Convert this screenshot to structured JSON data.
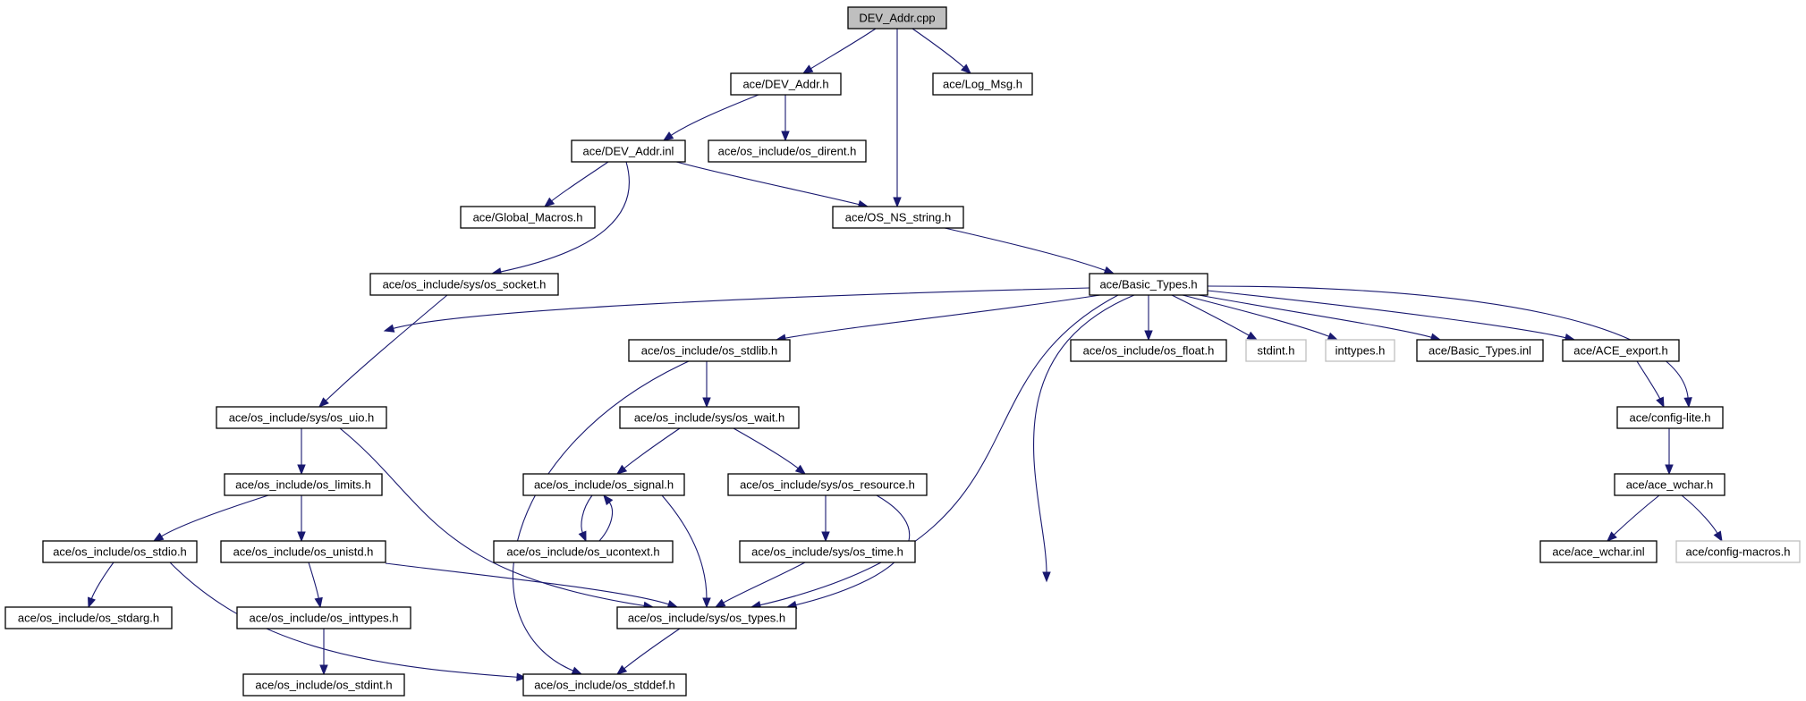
{
  "diagram": {
    "nodes": [
      {
        "id": "dev_addr_cpp",
        "label": "DEV_Addr.cpp",
        "kind": "root"
      },
      {
        "id": "dev_addr_h",
        "label": "ace/DEV_Addr.h",
        "kind": "normal"
      },
      {
        "id": "log_msg_h",
        "label": "ace/Log_Msg.h",
        "kind": "normal"
      },
      {
        "id": "dev_addr_inl",
        "label": "ace/DEV_Addr.inl",
        "kind": "normal"
      },
      {
        "id": "os_dirent_h",
        "label": "ace/os_include/os_dirent.h",
        "kind": "normal"
      },
      {
        "id": "global_macros_h",
        "label": "ace/Global_Macros.h",
        "kind": "normal"
      },
      {
        "id": "os_ns_string_h",
        "label": "ace/OS_NS_string.h",
        "kind": "normal"
      },
      {
        "id": "os_socket_h",
        "label": "ace/os_include/sys/os_socket.h",
        "kind": "normal"
      },
      {
        "id": "basic_types_h",
        "label": "ace/Basic_Types.h",
        "kind": "normal"
      },
      {
        "id": "os_stdlib_h",
        "label": "ace/os_include/os_stdlib.h",
        "kind": "normal"
      },
      {
        "id": "os_float_h",
        "label": "ace/os_include/os_float.h",
        "kind": "normal"
      },
      {
        "id": "stdint_h",
        "label": "stdint.h",
        "kind": "external"
      },
      {
        "id": "inttypes_h",
        "label": "inttypes.h",
        "kind": "external"
      },
      {
        "id": "basic_types_inl",
        "label": "ace/Basic_Types.inl",
        "kind": "normal"
      },
      {
        "id": "ace_export_h",
        "label": "ace/ACE_export.h",
        "kind": "normal"
      },
      {
        "id": "os_uio_h",
        "label": "ace/os_include/sys/os_uio.h",
        "kind": "normal"
      },
      {
        "id": "os_wait_h",
        "label": "ace/os_include/sys/os_wait.h",
        "kind": "normal"
      },
      {
        "id": "config_lite_h",
        "label": "ace/config-lite.h",
        "kind": "normal"
      },
      {
        "id": "os_limits_h",
        "label": "ace/os_include/os_limits.h",
        "kind": "normal"
      },
      {
        "id": "os_signal_h",
        "label": "ace/os_include/os_signal.h",
        "kind": "normal"
      },
      {
        "id": "os_resource_h",
        "label": "ace/os_include/sys/os_resource.h",
        "kind": "normal"
      },
      {
        "id": "ace_wchar_h",
        "label": "ace/ace_wchar.h",
        "kind": "normal"
      },
      {
        "id": "os_stdio_h",
        "label": "ace/os_include/os_stdio.h",
        "kind": "normal"
      },
      {
        "id": "os_unistd_h",
        "label": "ace/os_include/os_unistd.h",
        "kind": "normal"
      },
      {
        "id": "os_ucontext_h",
        "label": "ace/os_include/os_ucontext.h",
        "kind": "normal"
      },
      {
        "id": "os_time_h",
        "label": "ace/os_include/sys/os_time.h",
        "kind": "normal"
      },
      {
        "id": "ace_wchar_inl",
        "label": "ace/ace_wchar.inl",
        "kind": "normal"
      },
      {
        "id": "config_macros_h",
        "label": "ace/config-macros.h",
        "kind": "external"
      },
      {
        "id": "os_stdarg_h",
        "label": "ace/os_include/os_stdarg.h",
        "kind": "normal"
      },
      {
        "id": "os_inttypes_h",
        "label": "ace/os_include/os_inttypes.h",
        "kind": "normal"
      },
      {
        "id": "os_types_h",
        "label": "ace/os_include/sys/os_types.h",
        "kind": "normal"
      },
      {
        "id": "os_stdint_h",
        "label": "ace/os_include/os_stdint.h",
        "kind": "normal"
      },
      {
        "id": "os_stddef_h",
        "label": "ace/os_include/os_stddef.h",
        "kind": "normal"
      }
    ],
    "edges": [
      {
        "from": "dev_addr_cpp",
        "to": "dev_addr_h"
      },
      {
        "from": "dev_addr_cpp",
        "to": "os_ns_string_h"
      },
      {
        "from": "dev_addr_cpp",
        "to": "log_msg_h"
      },
      {
        "from": "dev_addr_h",
        "to": "dev_addr_inl"
      },
      {
        "from": "dev_addr_h",
        "to": "os_dirent_h"
      },
      {
        "from": "dev_addr_inl",
        "to": "global_macros_h"
      },
      {
        "from": "dev_addr_inl",
        "to": "os_socket_h"
      },
      {
        "from": "dev_addr_inl",
        "to": "os_ns_string_h"
      },
      {
        "from": "os_ns_string_h",
        "to": "basic_types_h"
      },
      {
        "from": "os_socket_h",
        "to": "os_uio_h"
      },
      {
        "from": "basic_types_h",
        "to": "os_limits_h"
      },
      {
        "from": "basic_types_h",
        "to": "os_stdlib_h"
      },
      {
        "from": "basic_types_h",
        "to": "os_types_h"
      },
      {
        "from": "basic_types_h",
        "to": "os_stddef_h"
      },
      {
        "from": "basic_types_h",
        "to": "os_float_h"
      },
      {
        "from": "basic_types_h",
        "to": "stdint_h"
      },
      {
        "from": "basic_types_h",
        "to": "inttypes_h"
      },
      {
        "from": "basic_types_h",
        "to": "basic_types_inl"
      },
      {
        "from": "basic_types_h",
        "to": "ace_export_h"
      },
      {
        "from": "basic_types_h",
        "to": "config_lite_h"
      },
      {
        "from": "os_stdlib_h",
        "to": "os_wait_h"
      },
      {
        "from": "os_stdlib_h",
        "to": "os_stddef_h"
      },
      {
        "from": "ace_export_h",
        "to": "config_lite_h"
      },
      {
        "from": "config_lite_h",
        "to": "ace_wchar_h"
      },
      {
        "from": "ace_wchar_h",
        "to": "ace_wchar_inl"
      },
      {
        "from": "ace_wchar_h",
        "to": "config_macros_h"
      },
      {
        "from": "os_uio_h",
        "to": "os_limits_h"
      },
      {
        "from": "os_uio_h",
        "to": "os_types_h"
      },
      {
        "from": "os_limits_h",
        "to": "os_stdio_h"
      },
      {
        "from": "os_limits_h",
        "to": "os_unistd_h"
      },
      {
        "from": "os_wait_h",
        "to": "os_signal_h"
      },
      {
        "from": "os_wait_h",
        "to": "os_resource_h"
      },
      {
        "from": "os_signal_h",
        "to": "os_ucontext_h"
      },
      {
        "from": "os_ucontext_h",
        "to": "os_signal_h"
      },
      {
        "from": "os_signal_h",
        "to": "os_types_h"
      },
      {
        "from": "os_resource_h",
        "to": "os_time_h"
      },
      {
        "from": "os_resource_h",
        "to": "os_types_h"
      },
      {
        "from": "os_time_h",
        "to": "os_types_h"
      },
      {
        "from": "os_stdio_h",
        "to": "os_stdarg_h"
      },
      {
        "from": "os_stdio_h",
        "to": "os_stddef_h"
      },
      {
        "from": "os_unistd_h",
        "to": "os_inttypes_h"
      },
      {
        "from": "os_unistd_h",
        "to": "os_types_h"
      },
      {
        "from": "os_inttypes_h",
        "to": "os_stdint_h"
      },
      {
        "from": "os_types_h",
        "to": "os_stddef_h"
      }
    ]
  }
}
